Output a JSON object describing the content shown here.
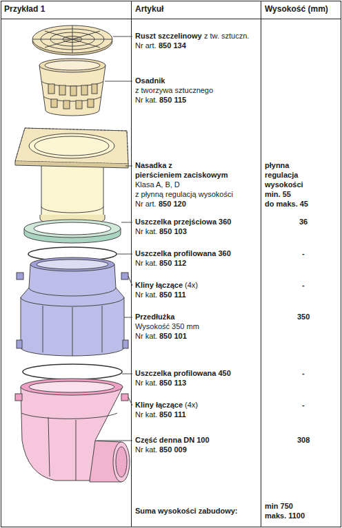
{
  "diagram": {
    "labels": [
      "Przykład 1",
      "Artykuł",
      "Wysokość (mm)",
      "Ruszt szczelinowy",
      "z tw. sztuczn.",
      "Nr art.",
      "850 134",
      "Osadnik",
      "z tworzywa sztucznego",
      "Nr kat.",
      "850 115",
      "Nasadka z",
      "pierścieniem zaciskowym",
      "Klasa A, B, D",
      "z płynną regulacją wysokości",
      "Nr art.",
      "850 120",
      "płynna",
      "regulacja",
      "wysokości",
      "min. 55",
      "do maks. 45",
      "Uszczelka przejściowa 360",
      "Nr kat.",
      "850 103",
      "36",
      "Uszczelka profilowana 360",
      "Nr kat.",
      "850 112",
      "-",
      "Kliny łączące",
      "(4x)",
      "Nr kat.",
      "850 111",
      "-",
      "Przedłużka",
      "Wysokość 350 mm",
      "Nr kat.",
      "850 101",
      "350",
      "Uszczelka profilowana 450",
      "Nr kat.",
      "850 113",
      "-",
      "Kliny łączące",
      "(4x)",
      "Nr kat.",
      "850 111",
      "-",
      "Część denna DN 100",
      "Nr kat.",
      "850 009",
      "308",
      "Suma wysokości zabudowy:",
      "min 750",
      "maks. 1100"
    ]
  }
}
